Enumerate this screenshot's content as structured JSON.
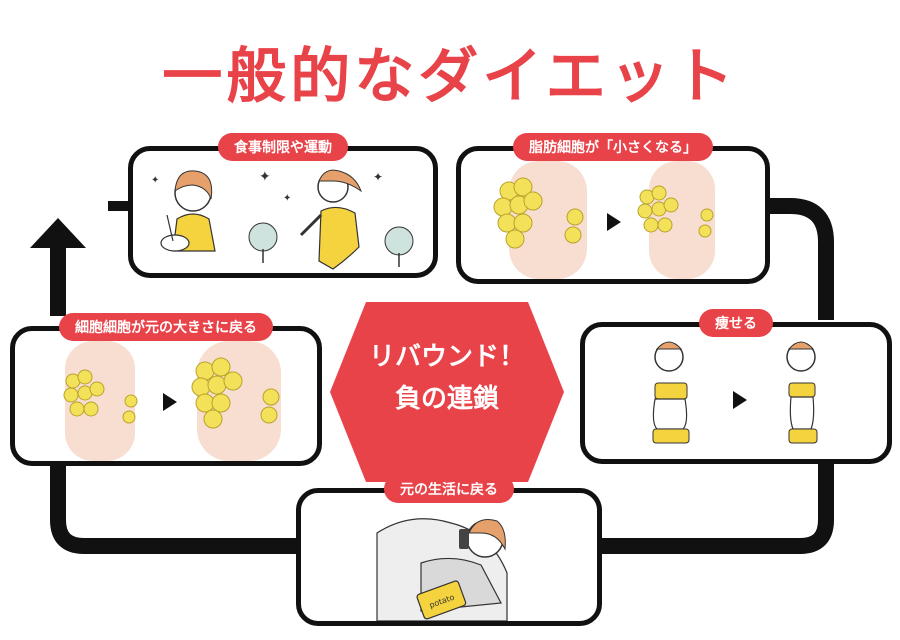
{
  "title": "一般的なダイエット",
  "center": {
    "line1": "リバウンド！",
    "line2": "負の連鎖"
  },
  "steps": [
    {
      "label": "食事制限や運動"
    },
    {
      "label": "脂肪細胞が「小さくなる」"
    },
    {
      "label": "痩せる"
    },
    {
      "label": "元の生活に戻る"
    },
    {
      "label": "細胞細胞が元の大きさに戻る"
    }
  ],
  "illustration_text": {
    "snack_bag": "potato"
  },
  "colors": {
    "accent": "#e9434a",
    "line": "#111111",
    "fat": "#f4e15a",
    "skin": "#f8ddd1",
    "shirt": "#f5d33e"
  }
}
